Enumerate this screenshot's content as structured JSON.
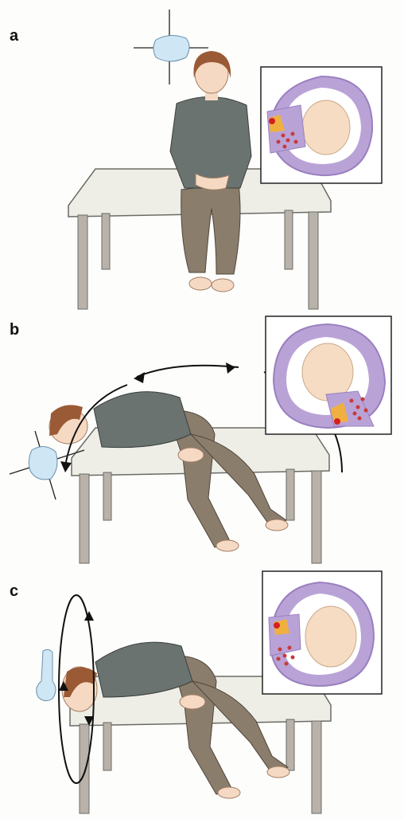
{
  "panels": [
    {
      "label": "a"
    },
    {
      "label": "b"
    },
    {
      "label": "c"
    }
  ],
  "colors": {
    "shirt": "#6a7370",
    "pants": "#8b7d6b",
    "skin": "#f6d9c2",
    "hair": "#9a5a35",
    "table_top": "#eeeee6",
    "table_legs": "#b9b2ab",
    "canal": "#b9a3d6",
    "canal_dark": "#9a80c0",
    "head_shape": "#f6dcc2",
    "otoconia": "#c83a3a",
    "cupula": "#f0b040",
    "cupula_base": "#d32020",
    "icon": "#cfe6f5",
    "arrow": "#111111"
  }
}
